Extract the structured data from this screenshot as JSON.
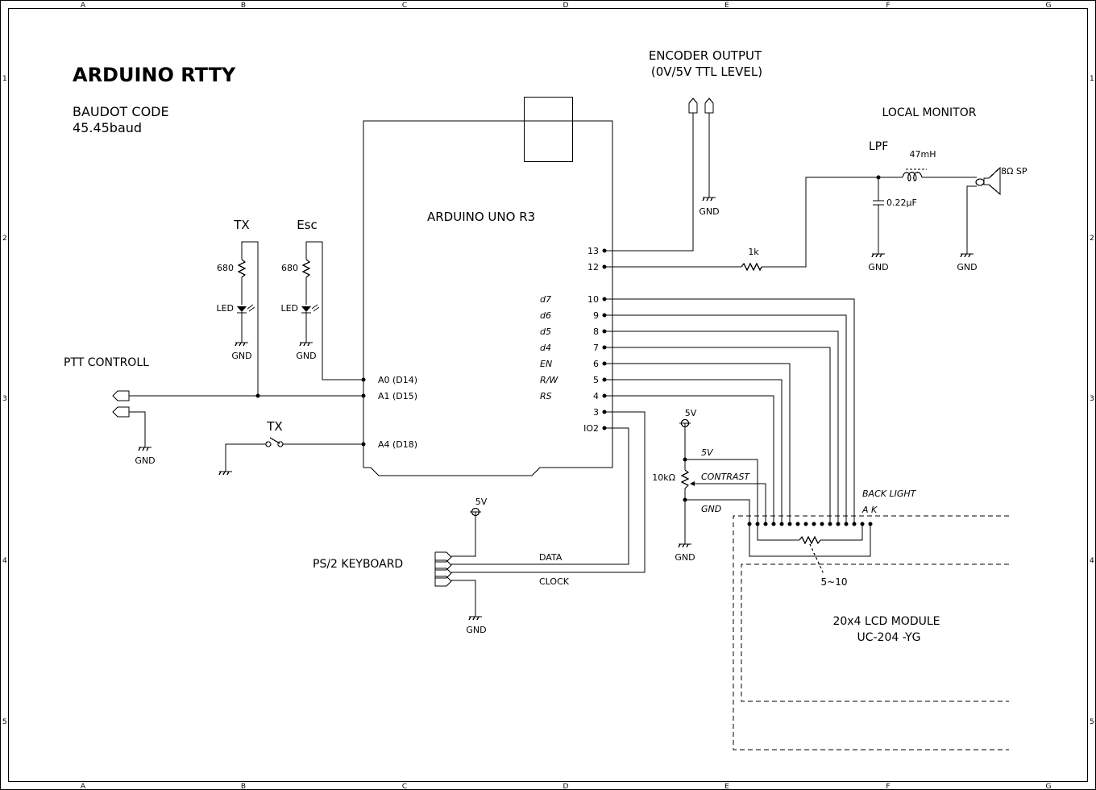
{
  "title": "ARDUINO RTTY",
  "subtitle_line1": "BAUDOT CODE",
  "subtitle_line2": "45.45baud",
  "frame": {
    "columns": [
      "A",
      "B",
      "C",
      "D",
      "E",
      "F",
      "G"
    ],
    "rows": [
      "1",
      "2",
      "3",
      "4",
      "5"
    ]
  },
  "arduino": {
    "name": "ARDUINO UNO R3",
    "left_pins": [
      "A0 (D14)",
      "A1 (D15)",
      "A4 (D18)"
    ],
    "right_pins": [
      "13",
      "12",
      "10",
      "9",
      "8",
      "7",
      "6",
      "5",
      "4",
      "3",
      "IO2"
    ],
    "lcd_signal_labels": [
      "d7",
      "d6",
      "d5",
      "d4",
      "EN",
      "R/W",
      "RS"
    ]
  },
  "encoder_output": {
    "label_line1": "ENCODER OUTPUT",
    "label_line2": "(0V/5V TTL LEVEL)",
    "gnd": "GND"
  },
  "local_monitor": {
    "title": "LOCAL MONITOR",
    "lpf": "LPF",
    "resistor": "1k",
    "inductor": "47mH",
    "capacitor": "0.22µF",
    "speaker": "8Ω SP",
    "gnd_cap": "GND",
    "gnd_speaker": "GND"
  },
  "tx_led": {
    "label": "TX",
    "resistor": "680",
    "led": "LED",
    "gnd": "GND"
  },
  "esc_led": {
    "label": "Esc",
    "resistor": "680",
    "led": "LED",
    "gnd": "GND"
  },
  "ptt": {
    "label": "PTT CONTROLL",
    "gnd": "GND"
  },
  "tx_switch": {
    "label": "TX"
  },
  "ps2": {
    "label": "PS/2 KEYBOARD",
    "vcc": "5V",
    "data": "DATA",
    "clock": "CLOCK",
    "gnd": "GND"
  },
  "contrast": {
    "vcc": "5V",
    "pot": "10kΩ",
    "line_5v": "5V",
    "line_contrast": "CONTRAST",
    "line_gnd": "GND",
    "gnd": "GND"
  },
  "lcd": {
    "backlight_label": "BACK LIGHT",
    "ak_label": "A K",
    "backlight_resistor": "5~10",
    "name": "20x4 LCD MODULE",
    "model": "UC-204 -YG"
  }
}
